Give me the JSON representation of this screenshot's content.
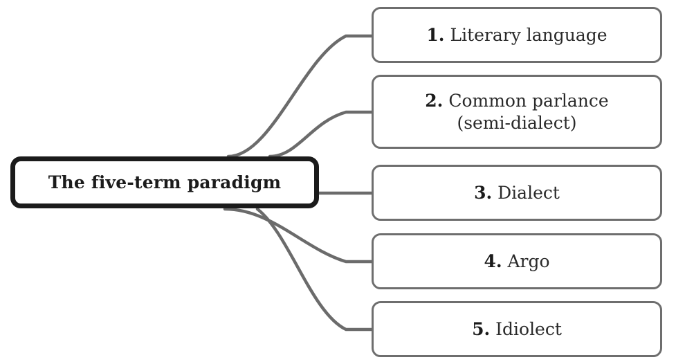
{
  "diagram": {
    "type": "mind-map",
    "root": {
      "label": "The five-term paradigm",
      "border_color": "#1b1b1b",
      "fill_color": "#ffffff"
    },
    "connector_color": "#6b6b6b",
    "node_border_color": "#6e6e6e",
    "nodes": [
      {
        "number": "1.",
        "line1": "Literary language",
        "line2": ""
      },
      {
        "number": "2.",
        "line1": "Common parlance",
        "line2": "(semi-dialect)"
      },
      {
        "number": "3.",
        "line1": "Dialect",
        "line2": ""
      },
      {
        "number": "4.",
        "line1": "Argo",
        "line2": ""
      },
      {
        "number": "5.",
        "line1": "Idiolect",
        "line2": ""
      }
    ]
  }
}
